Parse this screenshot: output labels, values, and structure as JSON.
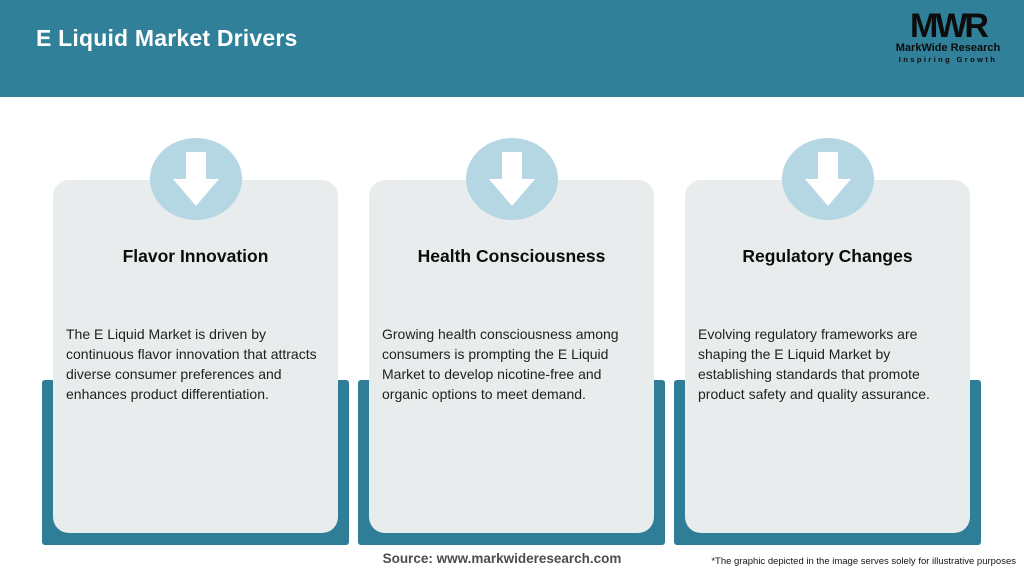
{
  "header": {
    "title": "E Liquid Market Drivers",
    "logo": {
      "acronym": "MWR",
      "name": "MarkWide Research",
      "tagline": "Inspiring Growth"
    }
  },
  "cards": [
    {
      "icon": "arrow-down-icon",
      "title": "Flavor Innovation",
      "body": "The E Liquid Market is driven by continuous flavor innovation that attracts diverse consumer preferences and enhances product differentiation."
    },
    {
      "icon": "arrow-down-icon",
      "title": "Health Consciousness",
      "body": "Growing health consciousness among consumers is prompting the E Liquid Market to develop nicotine-free and organic options to meet demand."
    },
    {
      "icon": "arrow-down-icon",
      "title": "Regulatory Changes",
      "body": "Evolving regulatory frameworks are shaping the E Liquid Market by establishing standards that promote product safety and quality assurance."
    }
  ],
  "footer": {
    "source": "Source: www.markwideresearch.com",
    "disclaimer": "*The graphic depicted in the image serves solely for illustrative purposes"
  },
  "colors": {
    "header_bar": "#30809A",
    "card_backing": "#2F7E98",
    "icon_circle": "#B5D7E3",
    "card_background": "#E9ECED",
    "header_text": "#FFFFFF",
    "body_text": "#1F1F1F",
    "source_text": "#4C4C4C"
  }
}
